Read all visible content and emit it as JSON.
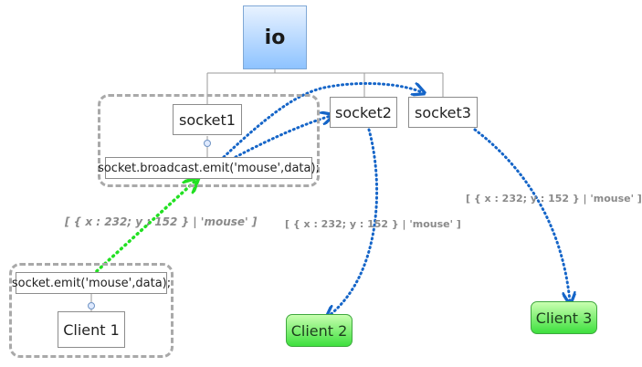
{
  "nodes": {
    "io": "io",
    "socket1": "socket1",
    "socket2": "socket2",
    "socket3": "socket3",
    "broadcast": "socket.broadcast.emit('mouse',data);",
    "emit": "socket.emit('mouse',data);",
    "client1": "Client 1",
    "client2": "Client 2",
    "client3": "Client 3"
  },
  "labels": {
    "message_main": "[ { x : 232; y : 152 } | 'mouse' ]",
    "message_client2": "[ { x : 232; y : 152 } | 'mouse' ]",
    "message_client3": "[ { x : 232; y : 152 } | 'mouse' ]"
  },
  "colors": {
    "arrow_blue": "#1565c8",
    "arrow_green": "#22e022",
    "tree_line": "#9a9a9a",
    "dashed_group": "#a9a9a9"
  }
}
